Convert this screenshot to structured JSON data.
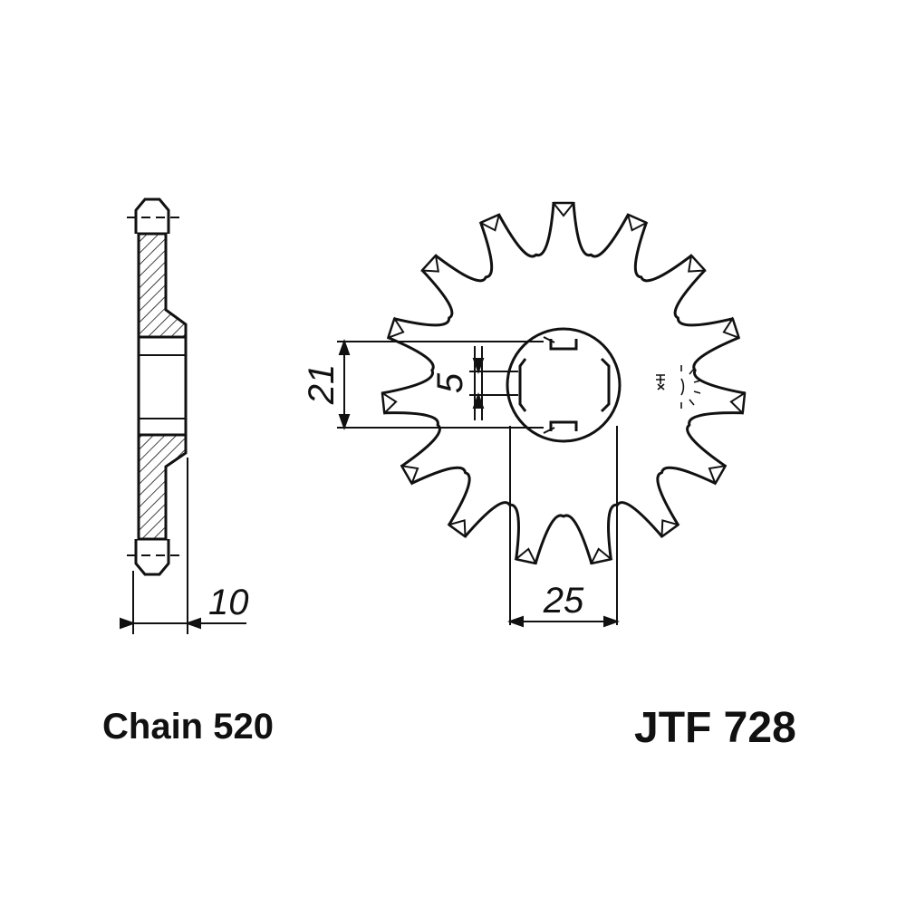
{
  "sprocket": {
    "teeth": 15
  },
  "dimensions": {
    "width": "10",
    "spline_diameter": "21",
    "spline_width": "5",
    "bore": "25"
  },
  "labels": {
    "chain": "Chain 520",
    "part_number": "JTF 728"
  }
}
